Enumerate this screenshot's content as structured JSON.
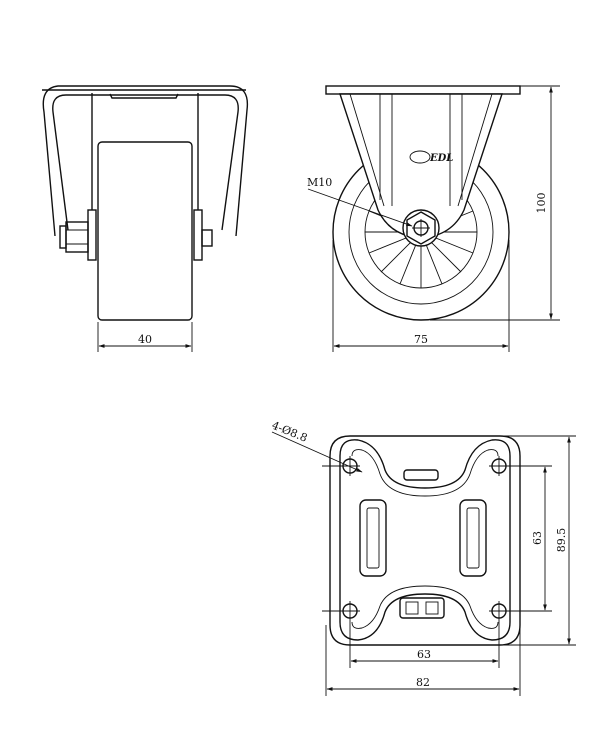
{
  "drawing": {
    "front_view": {
      "width_dim": "40"
    },
    "side_view": {
      "thread_label": "M10",
      "width_dim": "75",
      "height_dim": "100",
      "logo_text": "EDL"
    },
    "top_plate": {
      "hole_label": "4-Ø8.8",
      "hole_spacing_vertical": "63",
      "plate_height": "89.5",
      "hole_spacing_horizontal": "63",
      "plate_width": "82"
    }
  }
}
